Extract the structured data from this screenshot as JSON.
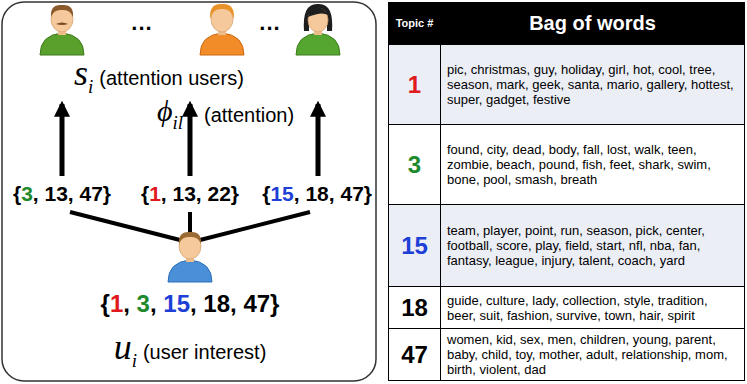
{
  "diagram": {
    "labels": [
      "...",
      "...",
      "s",
      "i",
      "(attention users)",
      "ϕ",
      "il",
      "(attention)",
      "{",
      "3",
      ", 13, 47}",
      "{",
      "1",
      ", 13, 22}",
      "{",
      "15",
      ", 18, 47}",
      "{",
      "1",
      ", ",
      "3",
      ", ",
      "15",
      ", 18, 47}",
      "u",
      "i",
      "(user interest)",
      "Topic #",
      "Bag of words",
      "1",
      "pic, christmas, guy, holiday, girl, hot, cool, tree, season, mark, geek, santa, mario, gallery, hottest, super, gadget, festive",
      "3",
      "found, city, dead, body, fall, lost, walk, teen, zombie, beach, pound, fish, feet, shark, swim, bone, pool, smash, breath",
      "15",
      "team, player, point, run, season, pick, center, football, score, play, field, start, nfl, nba, fan, fantasy, league, injury, talent, coach, yard",
      "18",
      "guide, culture, lady, collection, style, tradition, beer, suit, fashion, survive, town, hair, spirit",
      "47",
      "women, kid, sex, men, children, young, parent, baby, child, toy, mother, adult, relationship, mom, birth, violent, dad"
    ]
  }
}
